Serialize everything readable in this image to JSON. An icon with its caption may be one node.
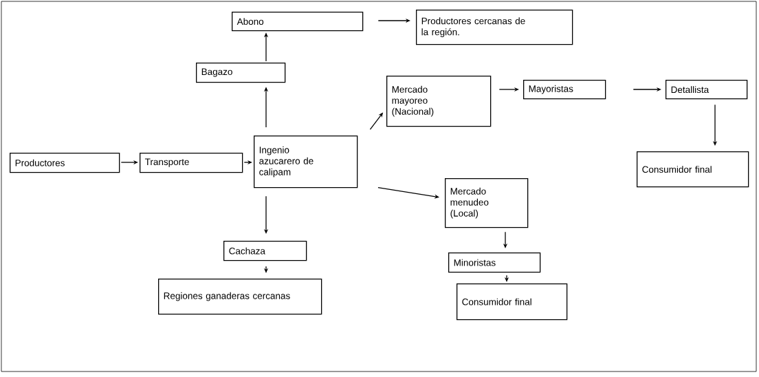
{
  "diagram": {
    "nodes": [
      {
        "text": [
          "Abono"
        ]
      },
      {
        "text": [
          "Productores cercanas de la  región."
        ]
      },
      {
        "text": [
          "Bagazo"
        ]
      },
      {
        "text": [
          "Mercado mayoreo (Nacional)"
        ]
      },
      {
        "text": [
          "Mayoristas"
        ]
      },
      {
        "text": [
          "Detallista"
        ]
      },
      {
        "text": [
          "Productores"
        ]
      },
      {
        "text": [
          "Transporte"
        ]
      },
      {
        "text": [
          "Ingenio azucarero de  calipam"
        ]
      },
      {
        "text": [
          "Consumidor final"
        ]
      },
      {
        "text": [
          "Mercado menudeo (Local)"
        ]
      },
      {
        "text": [
          "Cachaza"
        ]
      },
      {
        "text": [
          "Minoristas"
        ]
      },
      {
        "text": [
          "Regiones ganaderas cercanas"
        ]
      },
      {
        "text": [
          "Consumidor final"
        ]
      }
    ],
    "edges": [
      {
        "from": 6,
        "to": 7,
        "arrow": "to"
      },
      {
        "from": 7,
        "to": 8,
        "arrow": "to"
      },
      {
        "from": 8,
        "to": 2,
        "arrow": "to"
      },
      {
        "from": 2,
        "to": 0,
        "arrow": "to"
      },
      {
        "from": 0,
        "to": 1,
        "arrow": "to"
      },
      {
        "from": 8,
        "to": 3,
        "arrow": "to"
      },
      {
        "from": 3,
        "to": 4,
        "arrow": "to"
      },
      {
        "from": 4,
        "to": 5,
        "arrow": "to"
      },
      {
        "from": 5,
        "to": 9,
        "arrow": "to"
      },
      {
        "from": 8,
        "to": 10,
        "arrow": "to"
      },
      {
        "from": 8,
        "to": 11,
        "arrow": "to"
      },
      {
        "from": 11,
        "to": 13,
        "arrow": "to"
      },
      {
        "from": 10,
        "to": 12,
        "arrow": "to"
      },
      {
        "from": 12,
        "to": 14,
        "arrow": "to"
      }
    ]
  }
}
